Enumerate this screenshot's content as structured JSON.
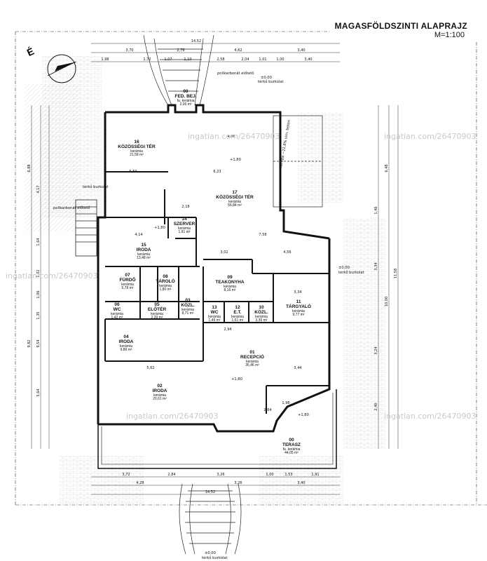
{
  "sheet": {
    "title": "MAGASFÖLDSZINTI ALAPRAJZ",
    "scale": "M=1:100",
    "watermark": "ingatlan.com/26470903",
    "north_label": "É"
  },
  "rooms": [
    {
      "id": "r00a",
      "num": "00",
      "name": "FED. BEJ.",
      "material": "fa. kerámia",
      "area": "2,06 m²"
    },
    {
      "id": "r16",
      "num": "16",
      "name": "KÖZÖSSÉGI TÉR",
      "material": "kerámia",
      "area": "21,58 m²"
    },
    {
      "id": "r17",
      "num": "17",
      "name": "KÖZÖSSÉGI TÉR",
      "material": "kerámia",
      "area": "56,84 m²"
    },
    {
      "id": "r14",
      "num": "14",
      "name": "SZERVER",
      "material": "kerámia",
      "area": "1,91 m²"
    },
    {
      "id": "r15",
      "num": "15",
      "name": "IRODA",
      "material": "kerámia",
      "area": "13,48 m²"
    },
    {
      "id": "r07",
      "num": "07",
      "name": "FÜRDŐ",
      "material": "kerámia",
      "area": "5,78 m²"
    },
    {
      "id": "r08",
      "num": "08",
      "name": "TÁROLÓ",
      "material": "kerámia",
      "area": "1,80 m²"
    },
    {
      "id": "r09",
      "num": "09",
      "name": "TEAKONYHA",
      "material": "kerámia",
      "area": "8,16 m²"
    },
    {
      "id": "r06",
      "num": "06",
      "name": "WC",
      "material": "kerámia",
      "area": "1,42 m²"
    },
    {
      "id": "r05",
      "num": "05",
      "name": "ELŐTÉR",
      "material": "kerámia",
      "area": "2,39 m²"
    },
    {
      "id": "r03",
      "num": "03",
      "name": "KÖZL.",
      "material": "kerámia",
      "area": "8,71 m²"
    },
    {
      "id": "r13",
      "num": "13",
      "name": "WC",
      "material": "kerámia",
      "area": "1,49 m²"
    },
    {
      "id": "r12",
      "num": "12",
      "name": "E.T.",
      "material": "kerámia",
      "area": "1,61 m²"
    },
    {
      "id": "r10",
      "num": "10",
      "name": "KÖZL.",
      "material": "kerámia",
      "area": "3,36 m²"
    },
    {
      "id": "r11",
      "num": "11",
      "name": "TÁRGYALÓ",
      "material": "kerámia",
      "area": "9,77 m²"
    },
    {
      "id": "r04",
      "num": "04",
      "name": "IRODA",
      "material": "kerámia",
      "area": "9,86 m²"
    },
    {
      "id": "r01",
      "num": "01",
      "name": "RECEPCIÓ",
      "material": "kerámia",
      "area": "36,46 m²"
    },
    {
      "id": "r02",
      "num": "02",
      "name": "IRODA",
      "material": "kerámia",
      "area": "20,61 m²"
    },
    {
      "id": "r00b",
      "num": "00",
      "name": "TERASZ",
      "material": "fa. kerámia",
      "area": "44,05 m²"
    }
  ],
  "annotations": {
    "polikarbonat_1": "polikarbonát előtető",
    "polikarbonat_2": "polikarbonát előtető",
    "terko_1": "térkő burkolat",
    "terko_2": "térkő burkolat",
    "terko_3": "térkő burkolat",
    "terko_4": "térkő burkolat",
    "level_top": "±0,00",
    "level_bottom": "±0,00",
    "level_17": "+1,80",
    "level_15": "+1,80",
    "level_01": "+1,80",
    "level_terasz": "+1,80",
    "level_right": "±0,00",
    "ramp": "Rámpa ~22,8% sim. beton"
  },
  "dims": {
    "top_total": "14,52",
    "top_row1": [
      "3,70",
      "2,76",
      "4,62",
      "3,40"
    ],
    "top_row2": [
      "1,98",
      "1,72",
      "1,07",
      "1,10",
      "2,58",
      "2,04",
      "1,01",
      "1,00",
      "3,40"
    ],
    "bottom_total": "14,52",
    "bottom_row1": [
      "3,72",
      "2,84",
      "3,26",
      "1,00",
      "1,53",
      "1,91"
    ],
    "bottom_row2": [
      "4,28",
      "3,26",
      "3,40"
    ],
    "left": [
      "6,88",
      "4,17",
      "1,64",
      "1,02",
      "1,06",
      "1,35",
      "9,82",
      "9,54",
      "5,64"
    ],
    "right": [
      "6,48",
      "3,34",
      "1,46",
      "10,00",
      "11,58",
      "3,24",
      "2,40"
    ],
    "inner": [
      "4,06",
      "6,23",
      "5,59",
      "7,58",
      "4,56",
      "3,02",
      "5,62",
      "3,44",
      "2,94",
      "3,34",
      "2,64",
      "1,98",
      "2,18",
      "4,14"
    ]
  }
}
